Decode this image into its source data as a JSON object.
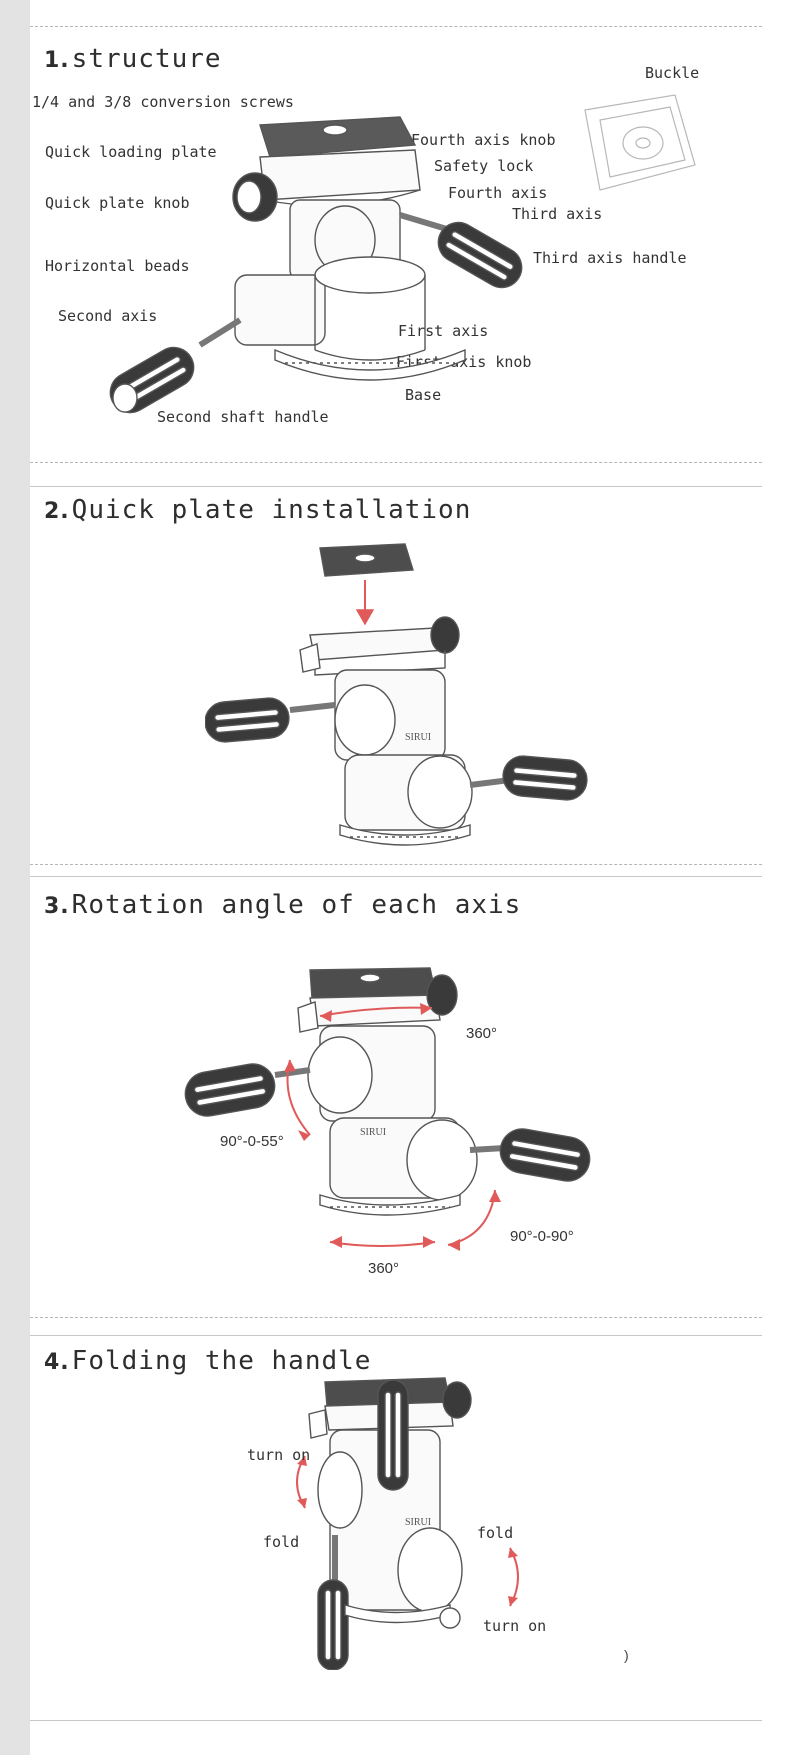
{
  "sections": [
    {
      "number": "1.",
      "title": "structure",
      "labels": {
        "conversion_screws": "1/4 and 3/8 conversion screws",
        "quick_loading_plate": "Quick loading plate",
        "quick_plate_knob": "Quick plate knob",
        "horizontal_beads": "Horizontal beads",
        "second_axis": "Second axis",
        "second_shaft_handle": "Second shaft handle",
        "buckle": "Buckle",
        "fourth_axis_knob": "Fourth axis knob",
        "safety_lock": "Safety lock",
        "fourth_axis": "Fourth axis",
        "third_axis": "Third axis",
        "third_axis_handle": "Third axis handle",
        "first_axis": "First axis",
        "first_axis_knob": "First axis knob",
        "base": "Base"
      }
    },
    {
      "number": "2.",
      "title": "Quick plate installation"
    },
    {
      "number": "3.",
      "title": "Rotation angle of each axis",
      "angles": {
        "top_rotation": "360°",
        "middle_tilt": "90°-0-55°",
        "side_tilt": "90°-0-90°",
        "base_rotation": "360°"
      }
    },
    {
      "number": "4.",
      "title": "Folding the handle",
      "labels": {
        "left_turn_on": "turn on",
        "left_fold": "fold",
        "right_fold": "fold",
        "right_turn_on": "turn on"
      },
      "stray_mark": ")"
    }
  ],
  "colors": {
    "arrow": "#e05a5a",
    "grip": "#3a3a3a",
    "line": "#555555"
  },
  "brand_mark": "SIRUI"
}
